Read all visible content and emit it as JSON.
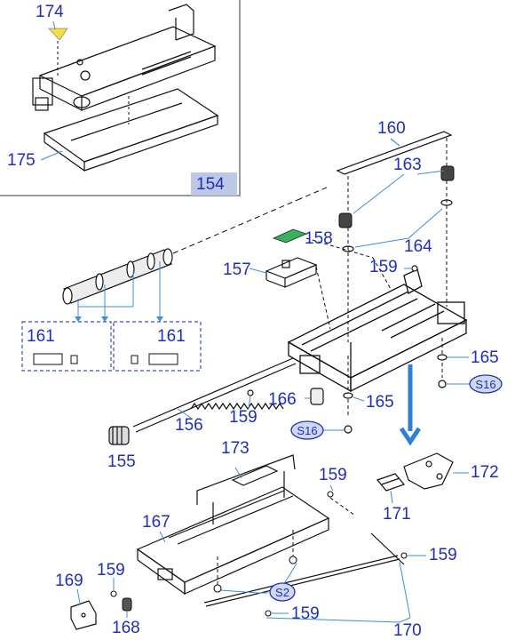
{
  "inset": {
    "group_label": "154",
    "callouts": [
      "174",
      "175"
    ]
  },
  "callouts": {
    "c160": "160",
    "c163": "163",
    "c164": "164",
    "c158": "158",
    "c157": "157",
    "c159a": "159",
    "c161a": "161",
    "c161b": "161",
    "c165a": "165",
    "c165b": "165",
    "c166": "166",
    "c159b": "159",
    "c156": "156",
    "c155": "155",
    "c173": "173",
    "c159c": "159",
    "c172": "172",
    "c167": "167",
    "c171": "171",
    "c159d": "159",
    "c169": "169",
    "c159e": "159",
    "c168": "168",
    "c159f": "159",
    "c170": "170"
  },
  "screw_labels": {
    "s16a": "S16",
    "s16b": "S16",
    "s2": "S2"
  },
  "colors": {
    "callout": "#1f2fb8",
    "leader": "#3d8fd6",
    "drawing": "#111111",
    "highlight_yellow": "#f3e03a",
    "highlight_green": "#38b05c",
    "arrow": "#2f7fd8",
    "inset_tag": "#bcc8e6",
    "screw_fill": "#cfd8ef"
  }
}
